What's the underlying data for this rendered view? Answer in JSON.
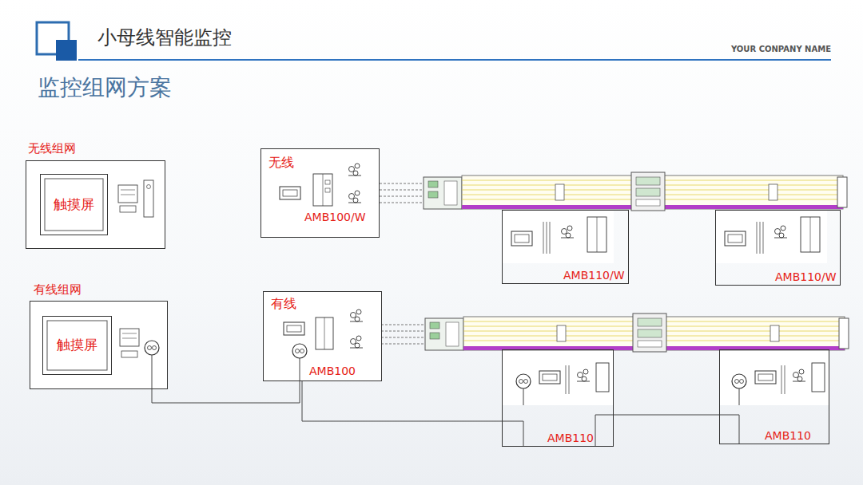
{
  "diagram": {
    "title": "小母线智能监控",
    "nodes": [
      {
        "text": [
          "无线组网"
        ]
      },
      {
        "text": [
          "触摸屏"
        ],
        "in": 0
      },
      {
        "text": [
          "无线",
          "AMB100/W"
        ]
      },
      {
        "text": [
          "AMB110/W"
        ]
      },
      {
        "text": [
          "AMB110/W"
        ]
      },
      {
        "text": [
          "有线组网"
        ]
      },
      {
        "text": [
          "触摸屏"
        ],
        "in": 5
      },
      {
        "text": [
          "有线",
          "AMB100"
        ]
      },
      {
        "text": [
          "AMB110"
        ]
      },
      {
        "text": [
          "AMB110"
        ]
      }
    ],
    "edges": [
      {
        "from": 5,
        "to": 7,
        "arrow": "none"
      },
      {
        "from": 7,
        "to": 8,
        "arrow": "none"
      },
      {
        "from": 8,
        "to": 9,
        "arrow": "none"
      }
    ],
    "labels": [
      "YOUR CONPANY NAME",
      "监控组网方案"
    ]
  }
}
